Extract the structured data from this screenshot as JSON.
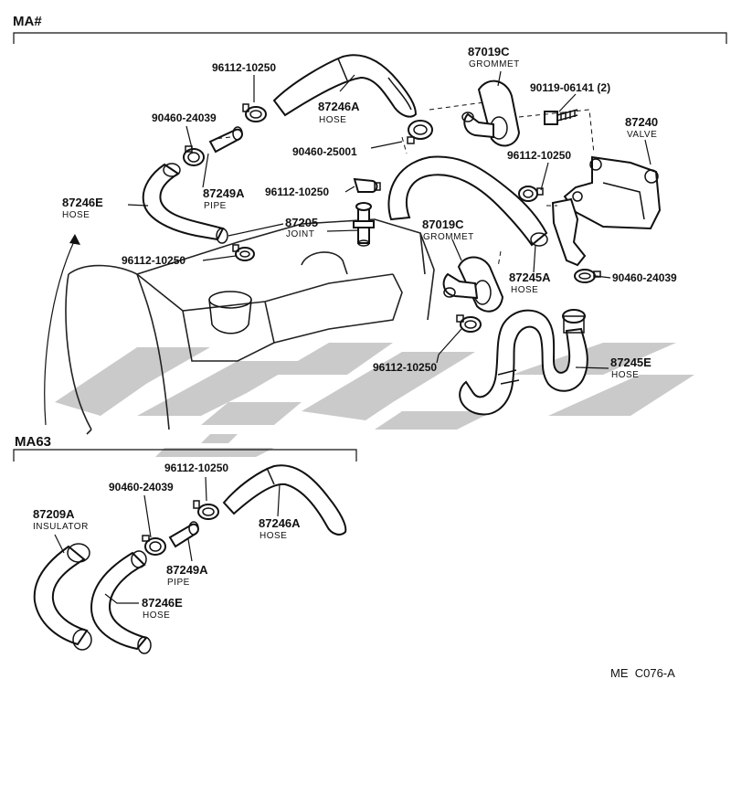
{
  "sections": {
    "top": "MA#",
    "bottom": "MA63"
  },
  "labels": {
    "p96112_a": "96112-10250",
    "p87246a_top": "87246A",
    "hose_a_top": "HOSE",
    "p87019c_top": "87019C",
    "grommet_top": "GROMMET",
    "p90119": "90119-06141 (2)",
    "p87240": "87240",
    "valve": "VALVE",
    "p90460_a": "90460-24039",
    "p90460_b": "90460-25001",
    "p96112_b": "96112-10250",
    "p96112_c": "96112-10250",
    "p87249a_top": "87249A",
    "pipe_top": "PIPE",
    "p87246e_top": "87246E",
    "hose_e_top": "HOSE",
    "p87205": "87205",
    "joint": "JOINT",
    "p87019c_mid": "87019C",
    "grommet_mid": "GROMMET",
    "p96112_d": "96112-10250",
    "p87245a": "87245A",
    "hose_45a": "HOSE",
    "p90460_c": "90460-24039",
    "p96112_e": "96112-10250",
    "p87245e": "87245E",
    "hose_45e": "HOSE",
    "p96112_f": "96112-10250",
    "p90460_d": "90460-24039",
    "p87209a": "87209A",
    "insulator": "INSULATOR",
    "p87246a_bot": "87246A",
    "hose_a_bot": "HOSE",
    "p87249a_bot": "87249A",
    "pipe_bot": "PIPE",
    "p87246e_bot": "87246E",
    "hose_e_bot": "HOSE",
    "code": "ME  C076-A"
  },
  "icons": {
    "arrow": "curved-arrow-icon",
    "watermark": "watermark-logo"
  },
  "colors": {
    "ink": "#111111",
    "watermark": "#b8b8b8"
  }
}
